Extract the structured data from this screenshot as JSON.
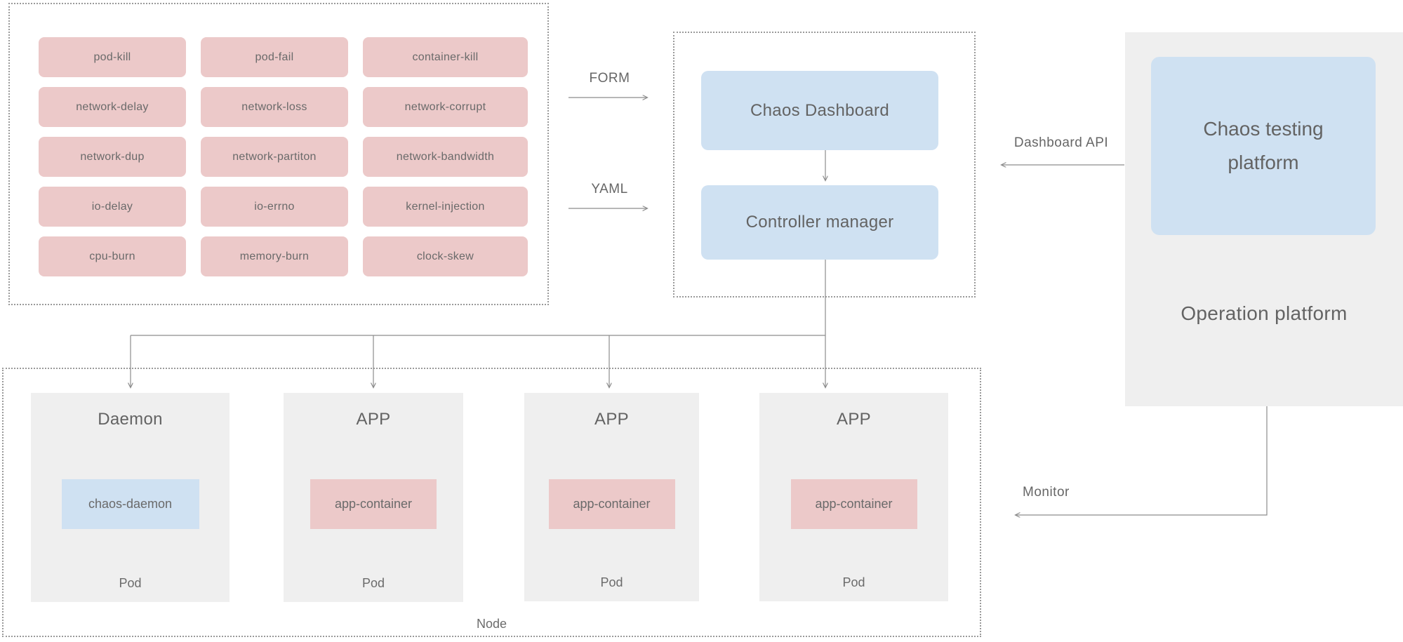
{
  "colors": {
    "pink": "#ecc9c9",
    "blue": "#cfe1f2",
    "panel_gray": "#efefef",
    "line_gray": "#8c8c8c",
    "text_gray": "#6b6b6b",
    "border_gray": "#9a9a9a"
  },
  "chaos_types": {
    "items": [
      "pod-kill",
      "pod-fail",
      "container-kill",
      "network-delay",
      "network-loss",
      "network-corrupt",
      "network-dup",
      "network-partiton",
      "network-bandwidth",
      "io-delay",
      "io-errno",
      "kernel-injection",
      "cpu-burn",
      "memory-burn",
      "clock-skew"
    ]
  },
  "flow": {
    "form": "FORM",
    "yaml": "YAML",
    "dashboard_api": "Dashboard API",
    "monitor": "Monitor"
  },
  "control_plane": {
    "dashboard": "Chaos Dashboard",
    "controller": "Controller manager"
  },
  "operation": {
    "testing_platform": "Chaos testing platform",
    "platform_title": "Operation platform"
  },
  "node": {
    "label": "Node",
    "pods": [
      {
        "title": "Daemon",
        "container": "chaos-daemon",
        "pod": "Pod"
      },
      {
        "title": "APP",
        "container": "app-container",
        "pod": "Pod"
      },
      {
        "title": "APP",
        "container": "app-container",
        "pod": "Pod"
      },
      {
        "title": "APP",
        "container": "app-container",
        "pod": "Pod"
      }
    ]
  }
}
